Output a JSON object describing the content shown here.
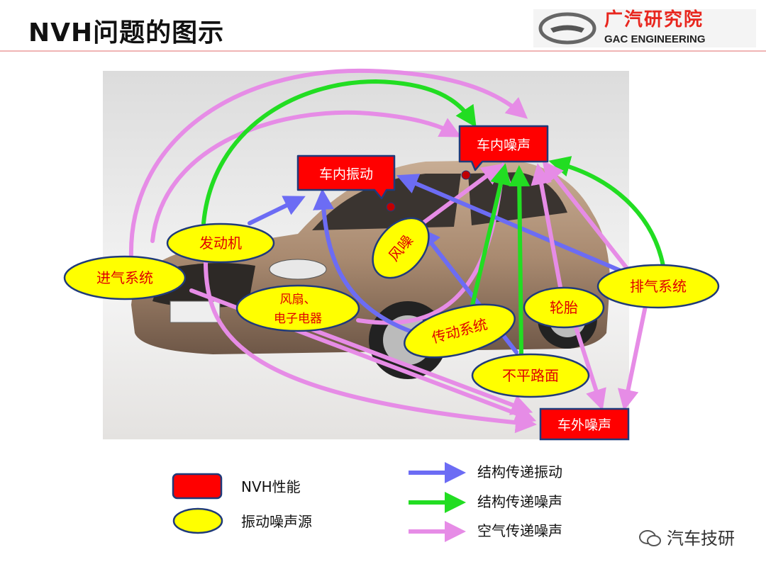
{
  "header": {
    "title": "NVH问题的图示"
  },
  "logo": {
    "cn": "广汽研究院",
    "en": "GAC ENGINEERING"
  },
  "colors": {
    "nvh_box": "#ff0000",
    "source": "#ffff00",
    "struct_vib": "#6c6cf4",
    "struct_noise": "#22dd22",
    "air_noise": "#e68ce6",
    "outline": "#1f3a7a"
  },
  "nvh": {
    "interior_vibration": "车内振动",
    "interior_noise": "车内噪声",
    "exterior_noise": "车外噪声"
  },
  "sources": {
    "engine": "发动机",
    "intake": "进气系统",
    "fan_line1": "风扇、",
    "fan_line2": "电子电器",
    "wind": "风噪",
    "drivetrain": "传动系统",
    "tire": "轮胎",
    "exhaust": "排气系统",
    "road": "不平路面"
  },
  "legend": {
    "nvh": "NVH性能",
    "source": "振动噪声源",
    "struct_vib": "结构传递振动",
    "struct_noise": "结构传递噪声",
    "air_noise": "空气传递噪声"
  },
  "watermark": "汽车技研"
}
